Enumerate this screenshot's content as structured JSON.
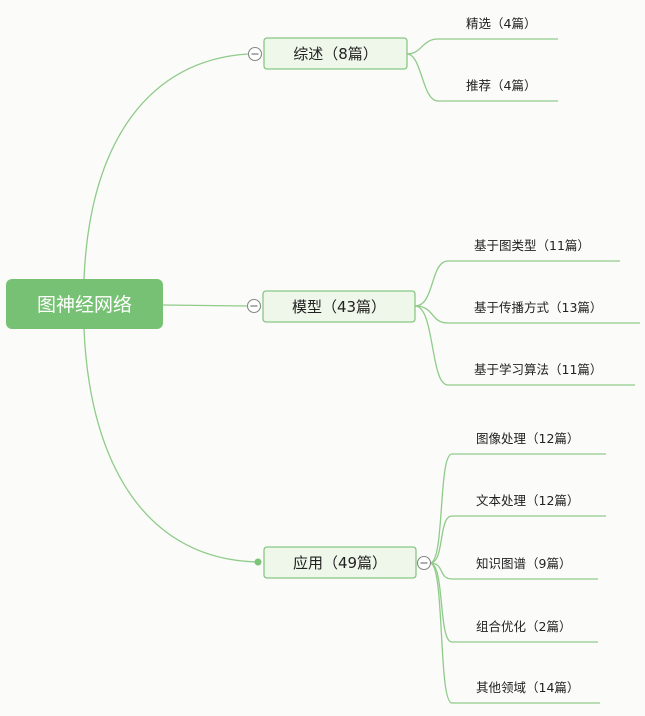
{
  "root": {
    "label": "图神经网络"
  },
  "branches": [
    {
      "key": "survey",
      "label": "综述（8篇）",
      "state": "expanded",
      "children": [
        {
          "label": "精选（4篇）"
        },
        {
          "label": "推荐（4篇）"
        }
      ]
    },
    {
      "key": "model",
      "label": "模型（43篇）",
      "state": "expanded",
      "children": [
        {
          "label": "基于图类型（11篇）"
        },
        {
          "label": "基于传播方式（13篇）"
        },
        {
          "label": "基于学习算法（11篇）"
        }
      ]
    },
    {
      "key": "application",
      "label": "应用（49篇）",
      "state": "expanded",
      "children": [
        {
          "label": "图像处理（12篇）"
        },
        {
          "label": "文本处理（12篇）"
        },
        {
          "label": "知识图谱（9篇）"
        },
        {
          "label": "组合优化（2篇）"
        },
        {
          "label": "其他领域（14篇）"
        }
      ]
    }
  ],
  "colors": {
    "connector": "#8fcb8a",
    "root_fill": "#76c173",
    "branch_fill": "#eef7ea",
    "branch_border": "#88c784"
  },
  "icons": {
    "collapse_toggle": "minus-circle-icon"
  }
}
